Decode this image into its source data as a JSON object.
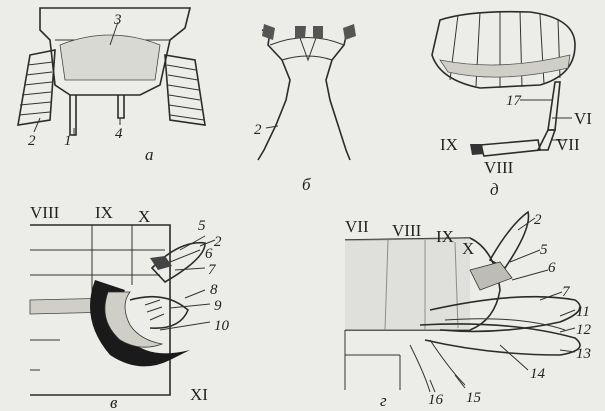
{
  "panels": {
    "a": {
      "caption": "а",
      "labels": [
        "3",
        "2",
        "1",
        "4"
      ]
    },
    "b": {
      "caption": "б",
      "labels": [
        "2"
      ]
    },
    "d": {
      "caption": "д",
      "labels": [
        "17",
        "VI",
        "IX",
        "VII",
        "VIII"
      ]
    },
    "v": {
      "caption": "в",
      "segments": [
        "VIII",
        "IX",
        "X",
        "XI"
      ],
      "labels": [
        "5",
        "2",
        "6",
        "7",
        "8",
        "9",
        "10"
      ]
    },
    "g": {
      "caption": "г",
      "segments": [
        "VII",
        "VIII",
        "IX",
        "X"
      ],
      "labels": [
        "2",
        "5",
        "6",
        "7",
        "11",
        "12",
        "13",
        "14",
        "15",
        "16"
      ]
    }
  }
}
